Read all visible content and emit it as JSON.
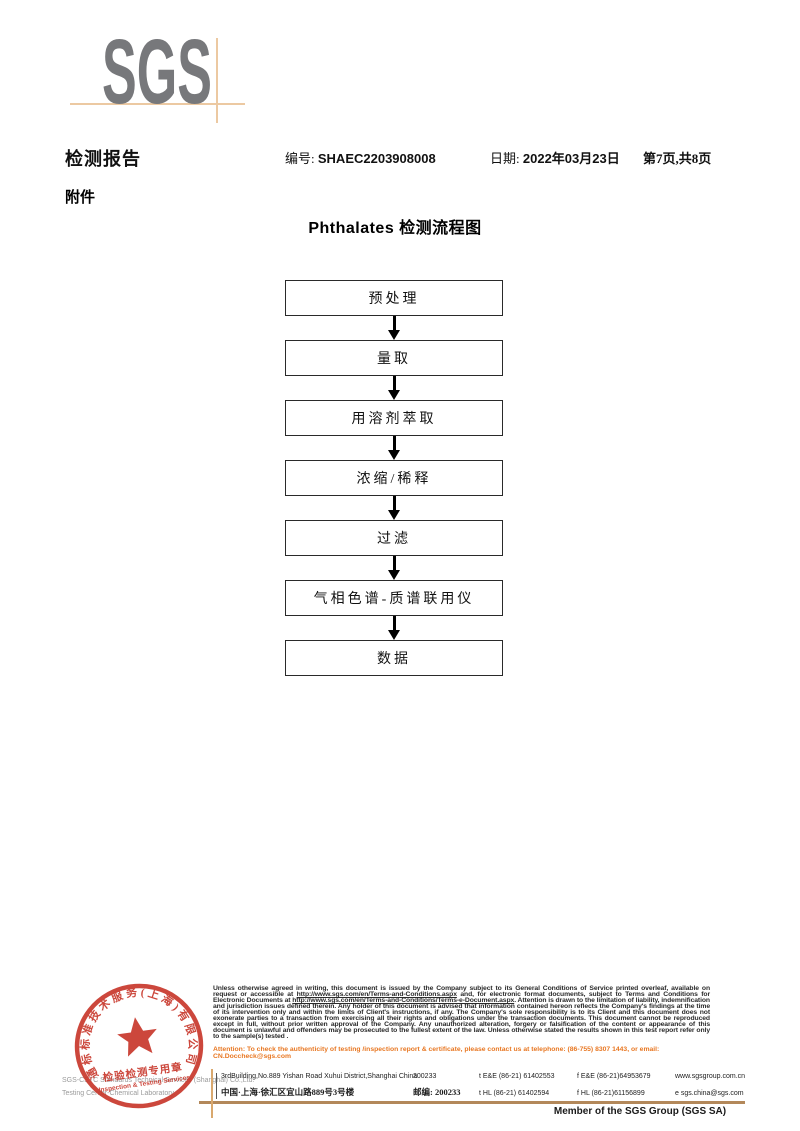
{
  "colors": {
    "logo_gray": "#77787b",
    "crosshair_tan": "#ecc9a2",
    "seal_red": "#c8382c",
    "attention_orange": "#e87722",
    "footer_rule_brown": "#b3885a"
  },
  "logo": {
    "text": "SGS"
  },
  "header": {
    "report_title": "检测报告",
    "number_label": "编号: ",
    "number_value": "SHAEC2203908008",
    "date_label": "日期: ",
    "date_value": "2022年03月23日",
    "page_info": "第7页,共8页",
    "attachment": "附件"
  },
  "flowchart": {
    "title": "Phthalates 检测流程图",
    "steps": [
      "预处理",
      "量取",
      "用溶剂萃取",
      "浓缩/稀释",
      "过滤",
      "气相色谱-质谱联用仪",
      "数据"
    ]
  },
  "seal": {
    "ring_text": "通标标准技术服务(上海)有限公司",
    "title": "检验检测专用章",
    "subtitle": "Inspection & Testing Services"
  },
  "footer": {
    "company_line1": "SGS-CSTC Standards Technical Services (Shanghai) Co.,Ltd.",
    "company_line2": "Testing Center-Chemical Laboratory.",
    "legal": {
      "p1": "Unless otherwise agreed in writing, this document is issued by the Company subject to its General Conditions of Service printed overleaf, available on request or accessible at ",
      "url1": "http://www.sgs.com/en/Terms-and-Conditions.aspx",
      "p2": " and, for electronic format documents, subject to Terms and Conditions for Electronic Documents at ",
      "url2": "http://www.sgs.com/en/Terms-and-Conditions/Terms-e-Document.aspx",
      "p3": ". Attention is drawn to the limitation of liability, indemnification and jurisdiction issues defined therein. Any holder of this document is advised that information contained hereon reflects the Company's findings at the time of its intervention only and within the limits of Client's instructions, if any. The Company's sole responsibility is to its Client and this document does not exonerate parties to a transaction from exercising all their rights and obligations under the transaction documents. This document cannot be reproduced except in full, without prior written approval of the Company. Any unauthorized alteration, forgery or falsification of the content or appearance of this document is unlawful and offenders may be prosecuted to the fullest extent of the law. Unless otherwise stated the results shown in this test report refer only to the sample(s) tested ."
    },
    "attention": {
      "p1": "Attention: To check the authenticity of testing /inspection report & certificate, please contact us at telephone: (86-755) 8307 1443, or email: ",
      "email": "CN.Doccheck@sgs.com"
    },
    "address": {
      "en_street": "3rdBuilding,No.889 Yishan Road Xuhui District,Shanghai China",
      "en_postcode": "200233",
      "tel_ee": "t E&E (86-21) 61402553",
      "fax_ee": "f E&E (86-21)64953679",
      "website": "www.sgsgroup.com.cn",
      "cn_street": "中国·上海·徐汇区宜山路889号3号楼",
      "cn_postcode": "邮编: 200233",
      "tel_hl": "t HL (86-21) 61402594",
      "fax_hl": "f HL (86-21)61156899",
      "email": "e  sgs.china@sgs.com"
    },
    "member": "Member of the SGS Group (SGS SA)"
  }
}
